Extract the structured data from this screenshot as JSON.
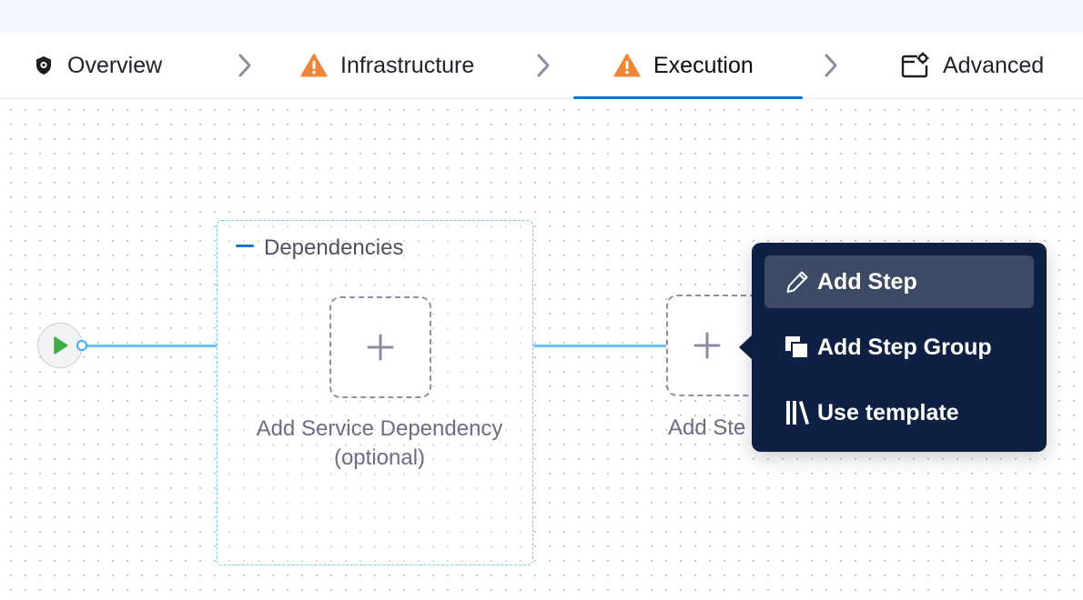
{
  "tabs": [
    {
      "id": "overview",
      "label": "Overview",
      "icon": "shield-icon",
      "warning": false,
      "active": false
    },
    {
      "id": "infrastructure",
      "label": "Infrastructure",
      "icon": "warning-icon",
      "warning": true,
      "active": false
    },
    {
      "id": "execution",
      "label": "Execution",
      "icon": "warning-icon",
      "warning": true,
      "active": true
    },
    {
      "id": "advanced",
      "label": "Advanced",
      "icon": "settings-window-icon",
      "warning": false,
      "active": false
    }
  ],
  "canvas": {
    "dependencies": {
      "title": "Dependencies",
      "add_label_line1": "Add Service Dependency",
      "add_label_line2": "(optional)"
    },
    "add_step_node_label": "Add Ste"
  },
  "menu": {
    "items": [
      {
        "label": "Add Step",
        "icon": "pencil-icon",
        "highlighted": true
      },
      {
        "label": "Add Step Group",
        "icon": "step-group-icon",
        "highlighted": false
      },
      {
        "label": "Use template",
        "icon": "template-library-icon",
        "highlighted": false
      }
    ]
  },
  "colors": {
    "accent": "#0278d5",
    "warning": "#ee8537",
    "edge": "#6cc0f2",
    "menu_bg": "#0e2043",
    "menu_highlight": "#3d4a65",
    "start_play": "#42ab45"
  }
}
